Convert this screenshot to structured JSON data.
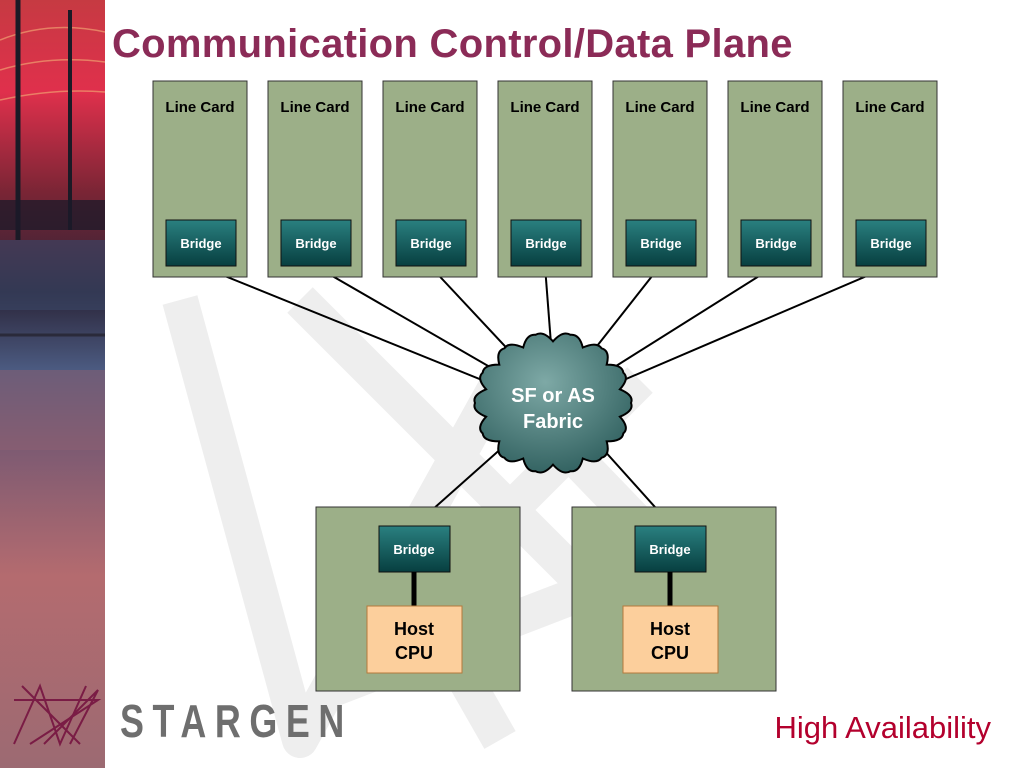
{
  "slide": {
    "title": "Communication Control/Data Plane",
    "footer": "High Availability",
    "brand": "STARGEN"
  },
  "line_cards": [
    {
      "label": "Line Card",
      "bridge": "Bridge"
    },
    {
      "label": "Line Card",
      "bridge": "Bridge"
    },
    {
      "label": "Line Card",
      "bridge": "Bridge"
    },
    {
      "label": "Line Card",
      "bridge": "Bridge"
    },
    {
      "label": "Line Card",
      "bridge": "Bridge"
    },
    {
      "label": "Line Card",
      "bridge": "Bridge"
    },
    {
      "label": "Line Card",
      "bridge": "Bridge"
    }
  ],
  "fabric": {
    "line1": "SF or AS",
    "line2": "Fabric"
  },
  "hosts": [
    {
      "bridge": "Bridge",
      "cpu_line1": "Host",
      "cpu_line2": "CPU"
    },
    {
      "bridge": "Bridge",
      "cpu_line1": "Host",
      "cpu_line2": "CPU"
    }
  ],
  "colors": {
    "title": "#8b2b57",
    "card_fill": "#9caf88",
    "bridge_fill": "#0e5a5a",
    "cpu_fill": "#fccf9c",
    "fabric_fill": "#4f7f7e",
    "footer": "#b3002d"
  }
}
